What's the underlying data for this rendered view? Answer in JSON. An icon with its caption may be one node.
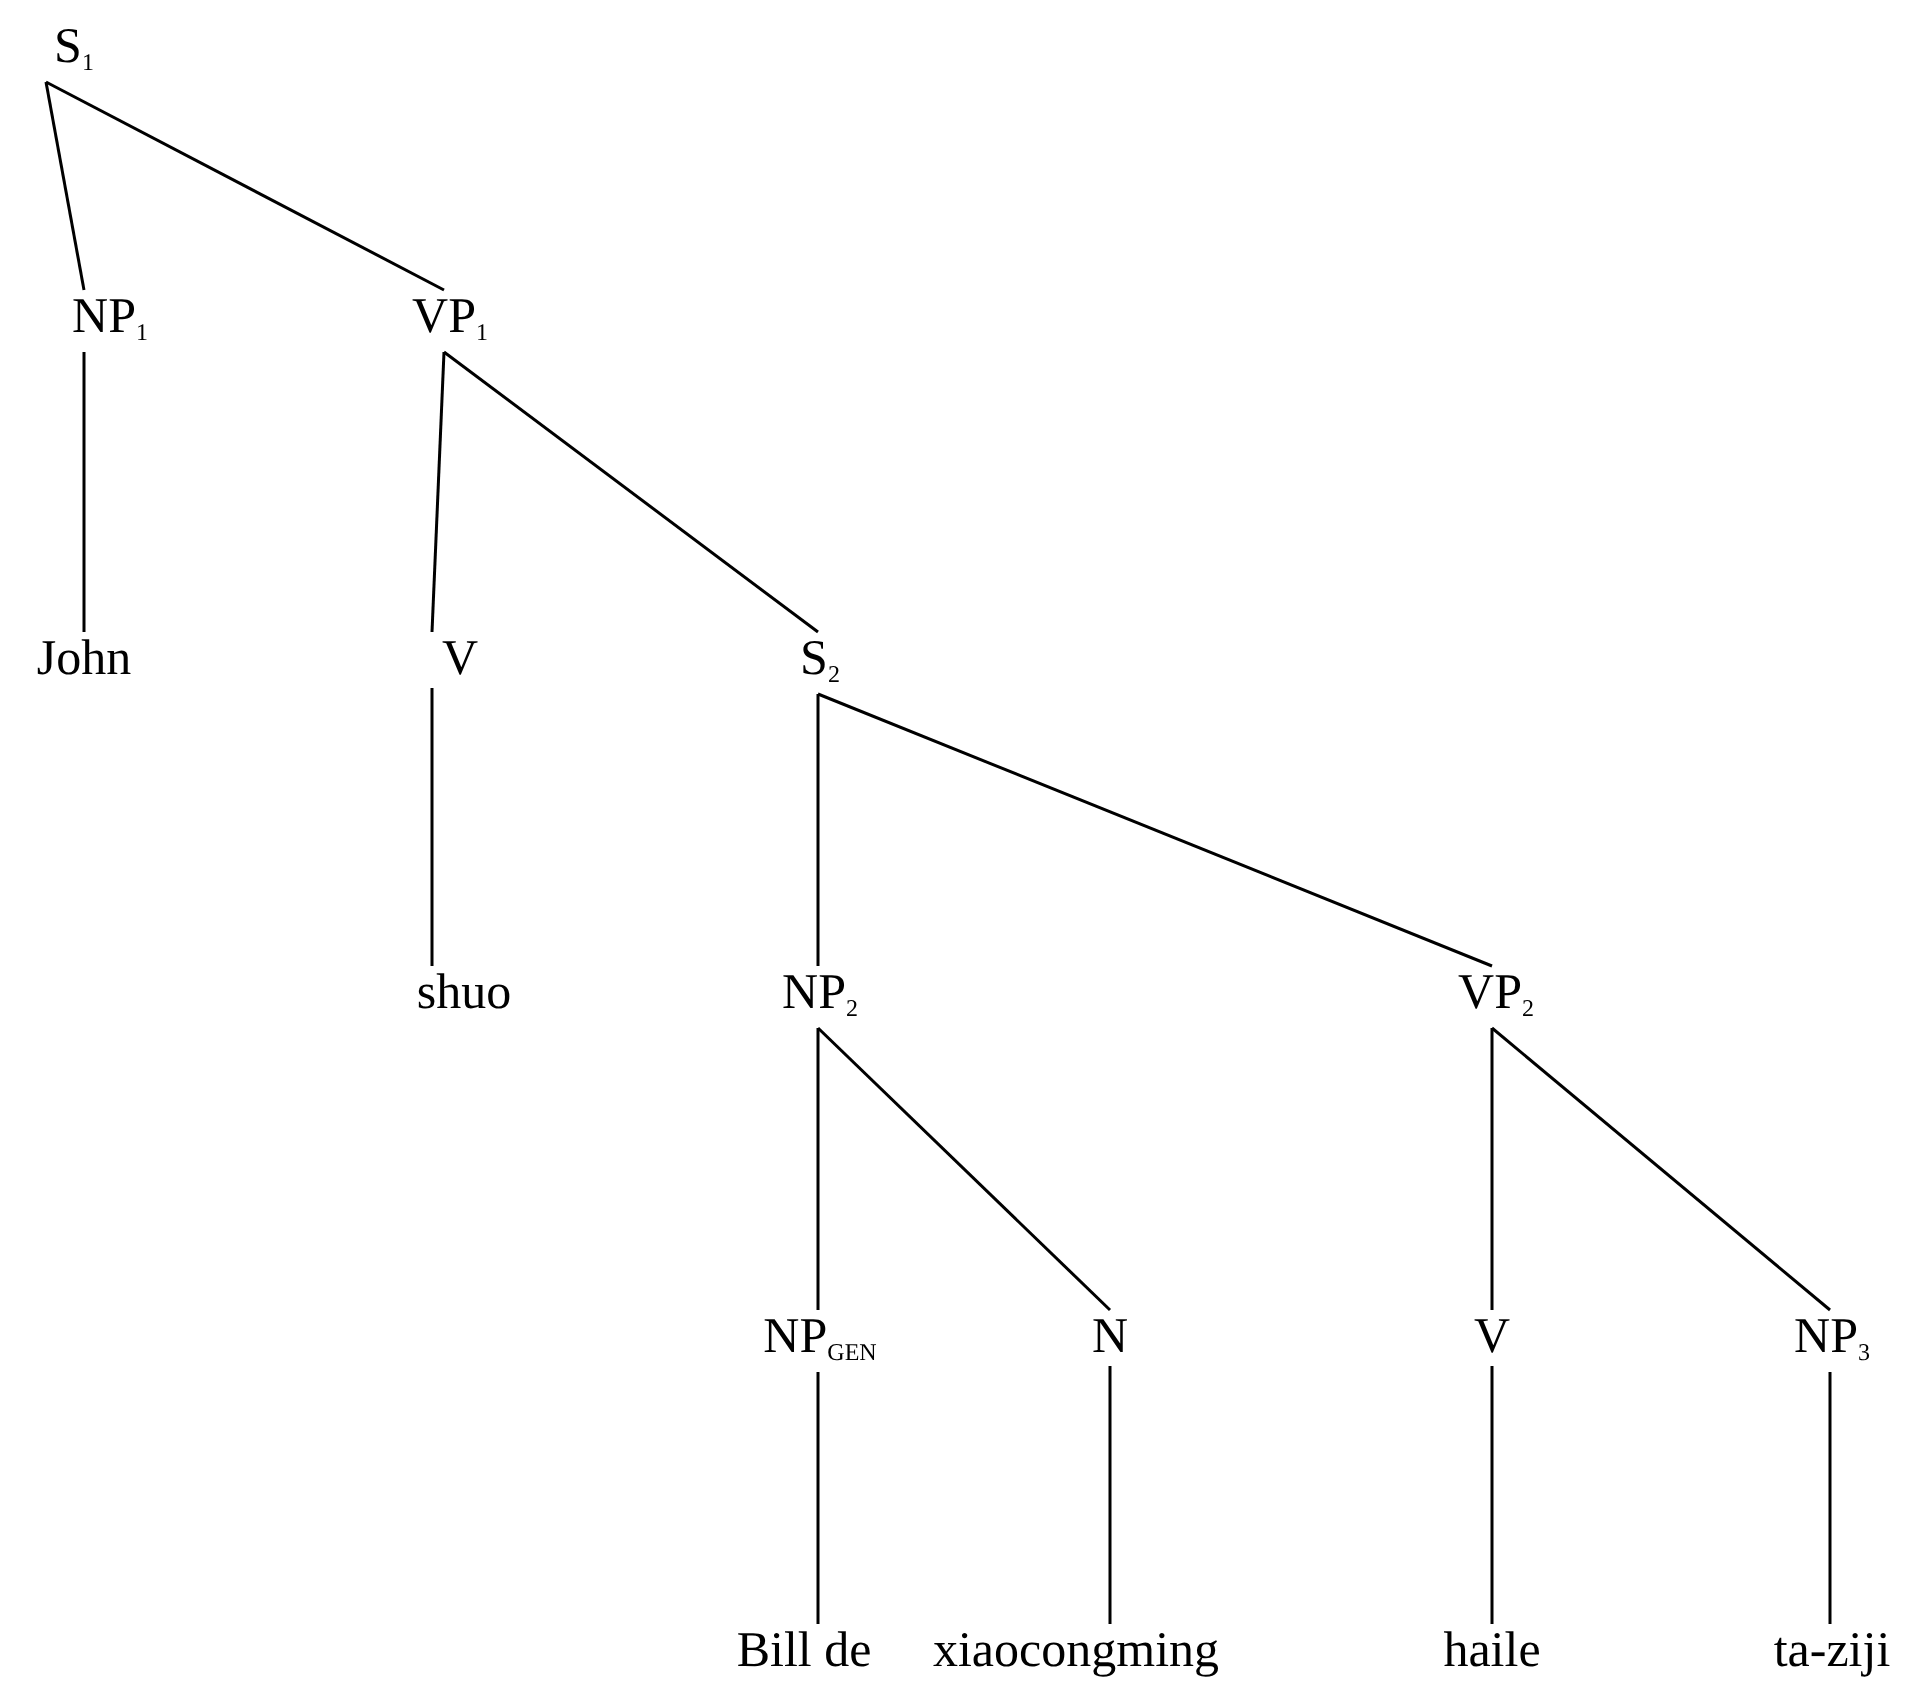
{
  "diagram": {
    "nodes": [
      {
        "text": [
          "S$_{1}$"
        ]
      },
      {
        "text": [
          "NP$_{1}$"
        ]
      },
      {
        "text": [
          "VP$_{1}$"
        ]
      },
      {
        "text": [
          "John"
        ]
      },
      {
        "text": [
          "V"
        ]
      },
      {
        "text": [
          "S$_{2}$"
        ]
      },
      {
        "text": [
          "shuo"
        ]
      },
      {
        "text": [
          "NP$_{2}$"
        ]
      },
      {
        "text": [
          "VP$_{2}$"
        ]
      },
      {
        "text": [
          "NP$_{GEN}$"
        ]
      },
      {
        "text": [
          "N"
        ]
      },
      {
        "text": [
          "V"
        ]
      },
      {
        "text": [
          "NP$_{3}$"
        ]
      },
      {
        "text": [
          "Bill de"
        ]
      },
      {
        "text": [
          "xiaocongming"
        ]
      },
      {
        "text": [
          "haile"
        ]
      },
      {
        "text": [
          "ta-ziji"
        ]
      }
    ],
    "edges": [
      {
        "from": 0,
        "to": 1,
        "arrow": "none"
      },
      {
        "from": 0,
        "to": 2,
        "arrow": "none"
      },
      {
        "from": 1,
        "to": 3,
        "arrow": "none"
      },
      {
        "from": 2,
        "to": 4,
        "arrow": "none"
      },
      {
        "from": 2,
        "to": 5,
        "arrow": "none"
      },
      {
        "from": 4,
        "to": 6,
        "arrow": "none"
      },
      {
        "from": 5,
        "to": 7,
        "arrow": "none"
      },
      {
        "from": 5,
        "to": 8,
        "arrow": "none"
      },
      {
        "from": 7,
        "to": 9,
        "arrow": "none"
      },
      {
        "from": 7,
        "to": 10,
        "arrow": "none"
      },
      {
        "from": 8,
        "to": 11,
        "arrow": "none"
      },
      {
        "from": 8,
        "to": 12,
        "arrow": "none"
      },
      {
        "from": 9,
        "to": 13,
        "arrow": "none"
      },
      {
        "from": 10,
        "to": 14,
        "arrow": "none"
      },
      {
        "from": 11,
        "to": 15,
        "arrow": "none"
      },
      {
        "from": 12,
        "to": 16,
        "arrow": "none"
      }
    ]
  }
}
